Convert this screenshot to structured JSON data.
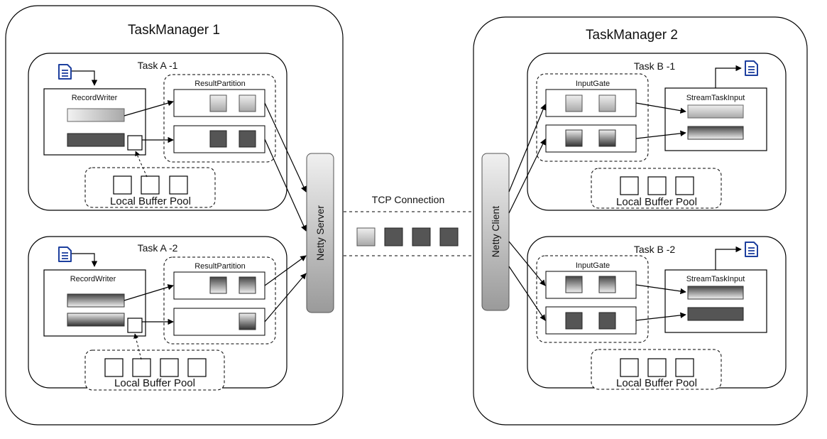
{
  "managers": [
    {
      "title": "TaskManager 1",
      "tasks": [
        {
          "title": "Task A -1",
          "writer": "RecordWriter",
          "partition": "ResultPartition",
          "pool": "Local Buffer Pool"
        },
        {
          "title": "Task A -2",
          "writer": "RecordWriter",
          "partition": "ResultPartition",
          "pool": "Local Buffer Pool"
        }
      ],
      "netty": "Netty Server"
    },
    {
      "title": "TaskManager 2",
      "tasks": [
        {
          "title": "Task B -1",
          "gate": "InputGate",
          "input": "StreamTaskInput",
          "pool": "Local Buffer Pool"
        },
        {
          "title": "Task B -2",
          "gate": "InputGate",
          "input": "StreamTaskInput",
          "pool": "Local Buffer Pool"
        }
      ],
      "netty": "Netty Client"
    }
  ],
  "connection": {
    "label": "TCP Connection"
  },
  "icons": {
    "document": "document-icon"
  },
  "colors": {
    "dark_buffer": "#555555",
    "light_buffer_top": "#eeeeee",
    "light_buffer_bottom": "#aaaaaa",
    "netty_top": "#eeeeee",
    "netty_bottom": "#999999",
    "document_icon": "#1d3f9e"
  }
}
